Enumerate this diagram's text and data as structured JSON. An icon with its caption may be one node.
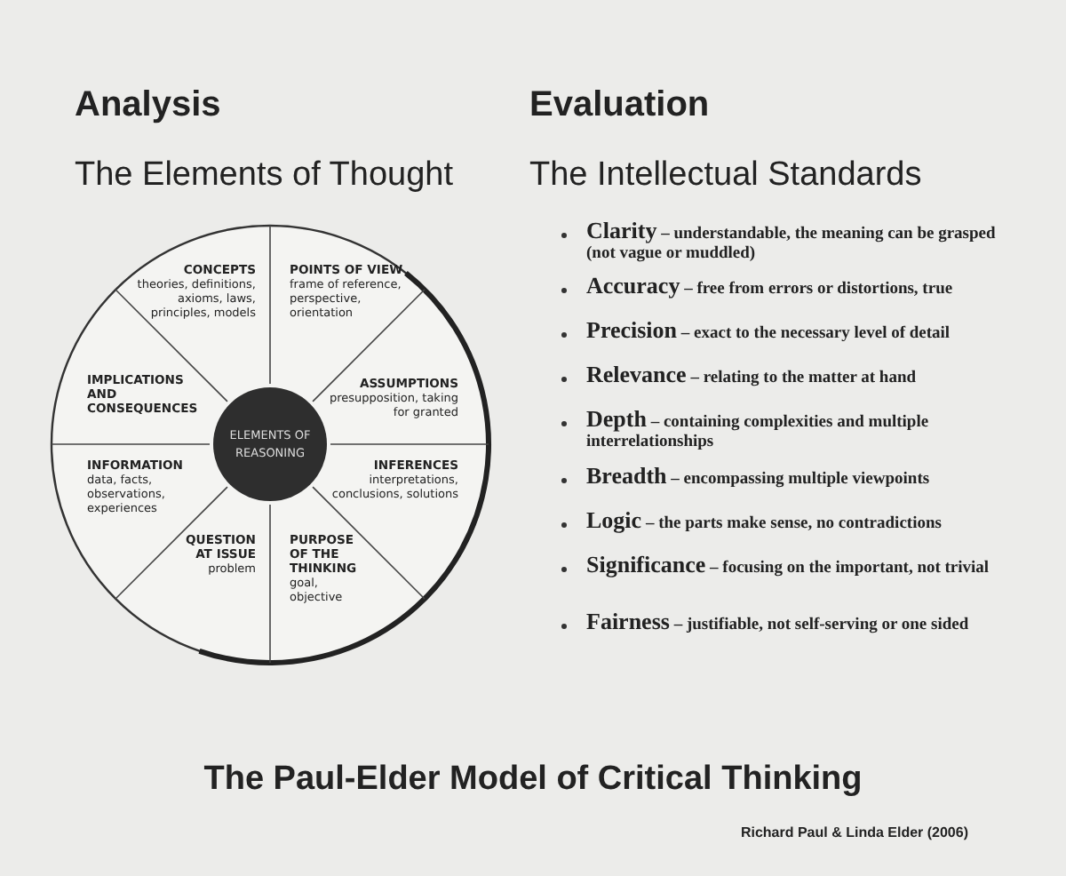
{
  "diagram": {
    "title": "The Paul-Elder Model of Critical Thinking",
    "nodes": [
      {
        "text": [
          "CONCEPTS",
          "theories, definitions, axioms, laws, principles, models"
        ]
      },
      {
        "text": [
          "POINTS OF VIEW",
          "frame of reference, perspective, orientation"
        ]
      },
      {
        "text": [
          "IMPLICATIONS AND CONSEQUENCES"
        ]
      },
      {
        "text": [
          "ASSUMPTIONS",
          "presupposition, taking for granted"
        ]
      },
      {
        "text": [
          "ELEMENTS OF REASONING"
        ]
      },
      {
        "text": [
          "INFORMATION",
          "data, facts, observations, experiences"
        ]
      },
      {
        "text": [
          "INFERENCES",
          "interpretations, conclusions, solutions"
        ]
      },
      {
        "text": [
          "QUESTION AT ISSUE",
          "problem"
        ]
      },
      {
        "text": [
          "PURPOSE OF THE THINKING",
          "goal, objective"
        ]
      }
    ],
    "edges": [],
    "labels": [
      "Analysis",
      "Evaluation",
      "The Elements of Thought",
      "The Intellectual Standards",
      "**Clarity** – understandable, the meaning can be grasped (not vague or muddled)",
      "**Accuracy** – free from errors or distortions, true",
      "**Precision** – exact to the necessary level of detail",
      "**Relevance** – relating to the matter at hand",
      "**Depth** – containing complexities and multiple interrelationships",
      "**Breadth** – encompassing multiple viewpoints",
      "**Logic** – the parts make sense, no contradictions",
      "**Significance** – focusing on the important, not trivial",
      "**Fairness** – justifiable, not self-serving or one sided",
      "Richard Paul & Linda Elder (2006)"
    ]
  }
}
